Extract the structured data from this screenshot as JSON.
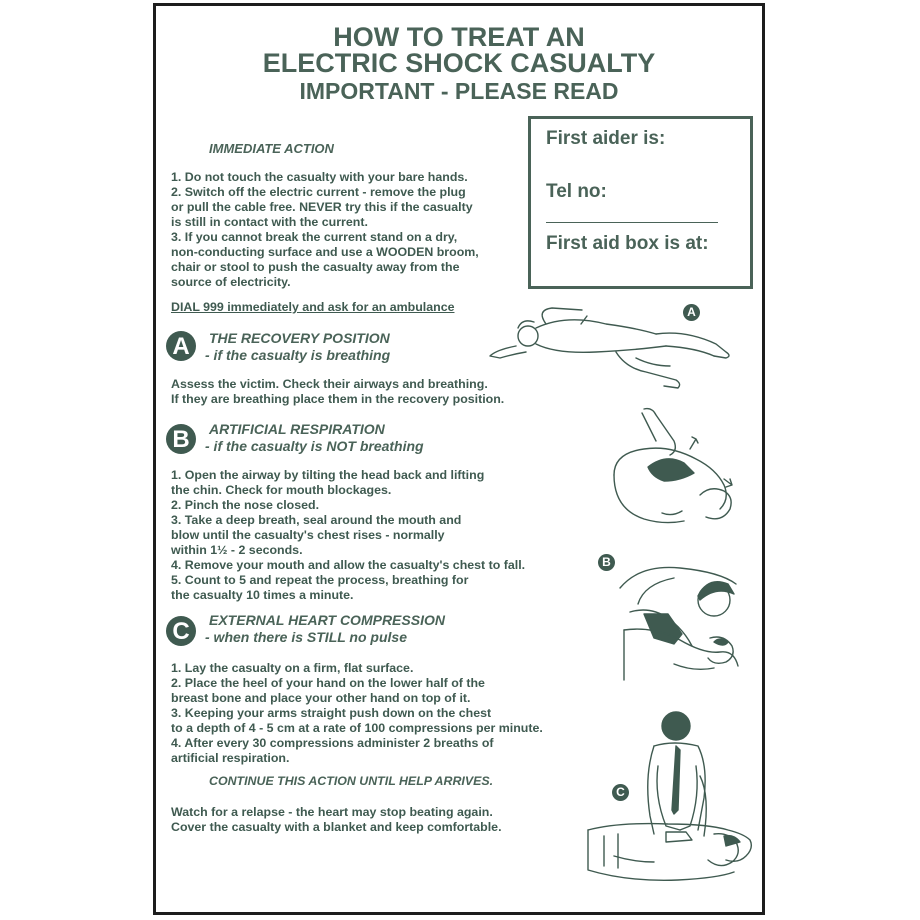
{
  "header": {
    "line1": "HOW TO TREAT AN",
    "line2": "ELECTRIC SHOCK CASUALTY",
    "line3": "IMPORTANT - PLEASE READ"
  },
  "info_box": {
    "first_aider": "First aider is:",
    "tel": "Tel no:",
    "box_location": "First aid box is at:"
  },
  "immediate": {
    "heading": "IMMEDIATE ACTION",
    "lines": [
      "1. Do not touch the casualty with your bare hands.",
      "2. Switch off the electric current - remove the plug",
      "or pull the cable free. NEVER try this if the casualty",
      "is still in contact with the current.",
      "3. If you cannot break the current stand on a dry,",
      "non-conducting surface and use a WOODEN broom,",
      "chair or stool to push the casualty away from the",
      "source of electricity."
    ],
    "dial": "DIAL 999 immediately and ask for an ambulance"
  },
  "section_a": {
    "letter": "A",
    "title": "THE RECOVERY POSITION",
    "subtitle": "- if the casualty is breathing",
    "lines": [
      "Assess the victim. Check their airways and breathing.",
      "If they are breathing place them in the recovery position."
    ]
  },
  "section_b": {
    "letter": "B",
    "title": "ARTIFICIAL RESPIRATION",
    "subtitle": "- if the casualty is NOT breathing",
    "lines": [
      "1. Open the airway by tilting the head back and lifting",
      "the chin. Check for mouth blockages.",
      "2. Pinch the nose closed.",
      "3. Take a deep breath, seal around the mouth and",
      "blow until the casualty's chest rises - normally",
      "within 1½ - 2 seconds.",
      "4. Remove your mouth and allow the casualty's chest to fall.",
      "5. Count to 5 and repeat the process, breathing for",
      "the casualty 10 times a minute."
    ]
  },
  "section_c": {
    "letter": "C",
    "title": "EXTERNAL HEART COMPRESSION",
    "subtitle": "- when there is STILL no pulse",
    "lines": [
      "1. Lay the casualty on a firm, flat surface.",
      "2. Place the heel of your hand on the lower half of the",
      "breast bone and place your other hand on top of it.",
      "3. Keeping your arms straight push down on the chest",
      "to a depth of 4 - 5 cm at a rate of 100 compressions per minute.",
      "4. After every 30 compressions administer 2 breaths of",
      "artificial respiration."
    ]
  },
  "footer": {
    "continue": "CONTINUE THIS ACTION UNTIL HELP ARRIVES.",
    "lines": [
      "Watch for a relapse - the heart may stop beating again.",
      "Cover the casualty with a blanket and keep comfortable."
    ]
  },
  "illustrations": {
    "a_label": "A",
    "b_label": "B",
    "c_label": "C"
  },
  "colors": {
    "ink": "#3f5a50",
    "border": "#1d1d1d"
  }
}
